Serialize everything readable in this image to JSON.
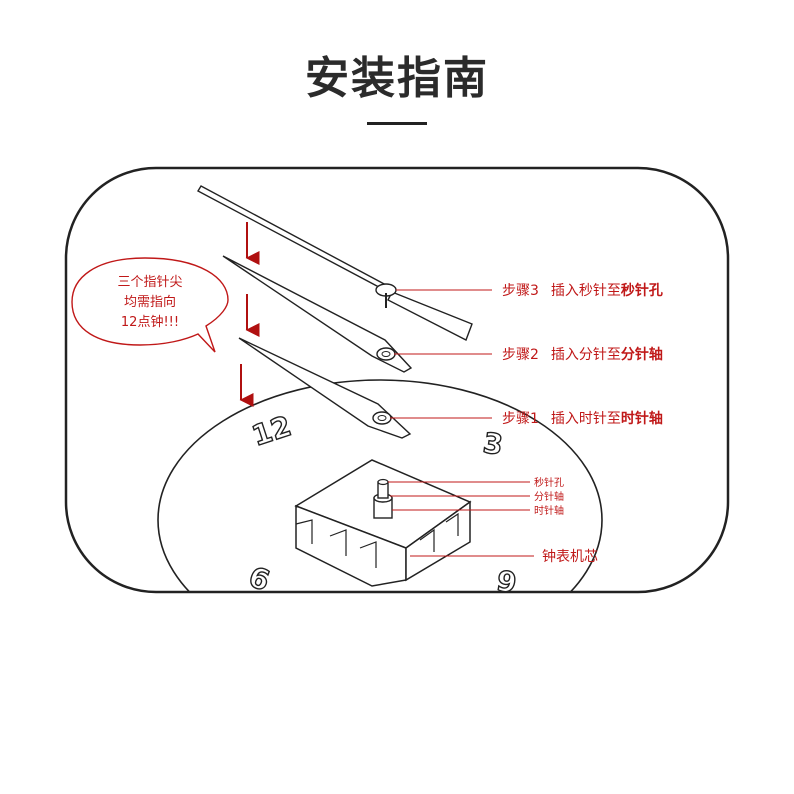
{
  "title": "安装指南",
  "bubble": {
    "line1": "三个指针尖",
    "line2": "均需指向",
    "line3": "12点钟!!!"
  },
  "steps": [
    {
      "prefix": "步骤3",
      "action": "插入秒针至",
      "target": "秒针孔"
    },
    {
      "prefix": "步骤2",
      "action": "插入分针至",
      "target": "分针轴"
    },
    {
      "prefix": "步骤1",
      "action": "插入时针至",
      "target": "时针轴"
    }
  ],
  "movement_labels": {
    "second_hole": "秒针孔",
    "minute_shaft": "分针轴",
    "hour_shaft": "时针轴",
    "movement": "钟表机芯"
  },
  "dial_numbers": {
    "twelve": "12",
    "three": "3",
    "nine": "9",
    "six": "6"
  },
  "colors": {
    "accent": "#c01818",
    "line": "#222222"
  }
}
